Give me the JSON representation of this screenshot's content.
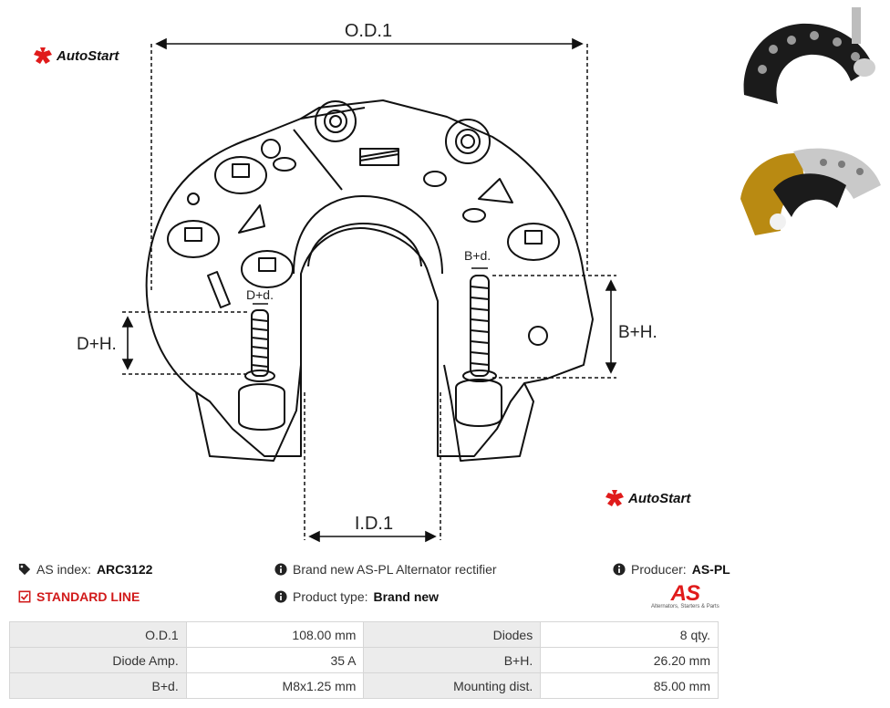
{
  "brand": {
    "name": "AutoStart",
    "accent": "#e01b1b"
  },
  "diagram": {
    "labels": {
      "od": "O.D.1",
      "id": "I.D.1",
      "dh": "D+H.",
      "bh": "B+H.",
      "dd": "D+d.",
      "bd": "B+d."
    }
  },
  "product": {
    "as_index_label": "AS index:",
    "as_index_value": "ARC3122",
    "line": "STANDARD LINE",
    "description": "Brand new AS-PL Alternator rectifier",
    "type_label": "Product type:",
    "type_value": "Brand new",
    "producer_label": "Producer:",
    "producer_value": "AS-PL",
    "producer_logo_text": "AS",
    "producer_tagline": "Alternators, Starters & Parts"
  },
  "specs": [
    {
      "l1": "O.D.1",
      "v1": "108.00 mm",
      "l2": "Diodes",
      "v2": "8 qty."
    },
    {
      "l1": "Diode Amp.",
      "v1": "35 A",
      "l2": "B+H.",
      "v2": "26.20 mm"
    },
    {
      "l1": "B+d.",
      "v1": "M8x1.25 mm",
      "l2": "Mounting dist.",
      "v2": "85.00 mm"
    }
  ],
  "icons": {
    "tag": "tag-icon",
    "info": "info-circle-icon",
    "check": "check-square-icon",
    "logo": "autostart-logo-icon"
  }
}
